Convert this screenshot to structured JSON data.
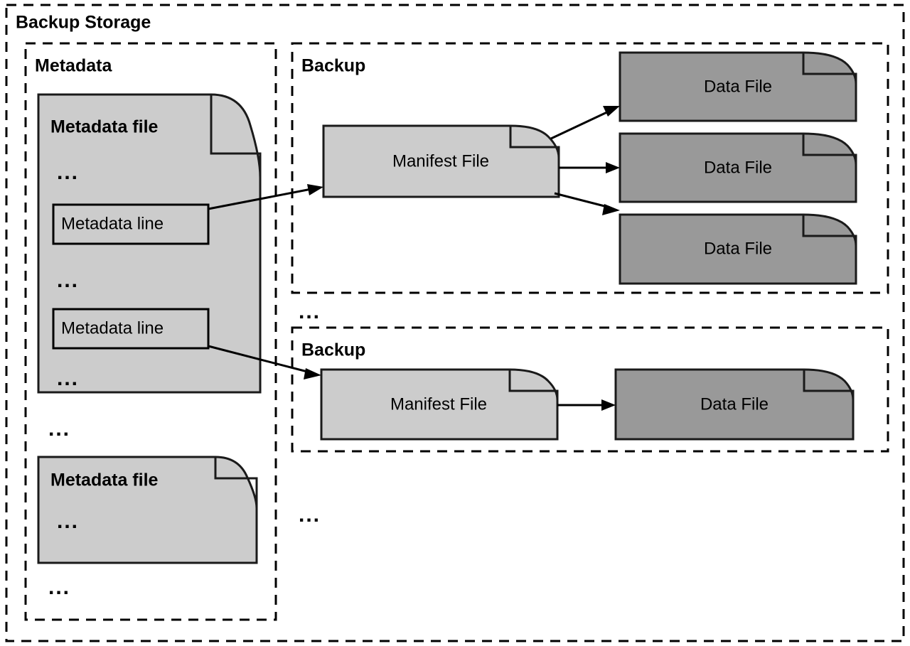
{
  "diagram": {
    "title": "Backup Storage",
    "outer_container": {
      "label": "Backup Storage"
    },
    "metadata_section": {
      "label": "Metadata",
      "files": [
        {
          "title": "Metadata file",
          "ellipsis_top": "...",
          "lines": [
            {
              "label": "Metadata line"
            },
            {
              "label": "Metadata line"
            }
          ],
          "ellipsis_mid": "...",
          "ellipsis_bottom": "..."
        },
        {
          "title": "Metadata file",
          "ellipsis_inner": "..."
        }
      ],
      "ellipsis_between_files": "...",
      "ellipsis_after_files": "..."
    },
    "backup_sections": [
      {
        "label": "Backup",
        "manifest": {
          "label": "Manifest File"
        },
        "data_files": [
          {
            "label": "Data File"
          },
          {
            "label": "Data File"
          },
          {
            "label": "Data File"
          }
        ]
      },
      {
        "label": "Backup",
        "manifest": {
          "label": "Manifest File"
        },
        "data_files": [
          {
            "label": "Data File"
          }
        ]
      }
    ],
    "ellipsis_between_backups": "...",
    "ellipsis_after_backups": "..."
  },
  "colors": {
    "background": "#ffffff",
    "stroke": "#000000",
    "light_fill": "#CCCCCC",
    "dark_fill": "#999999"
  }
}
